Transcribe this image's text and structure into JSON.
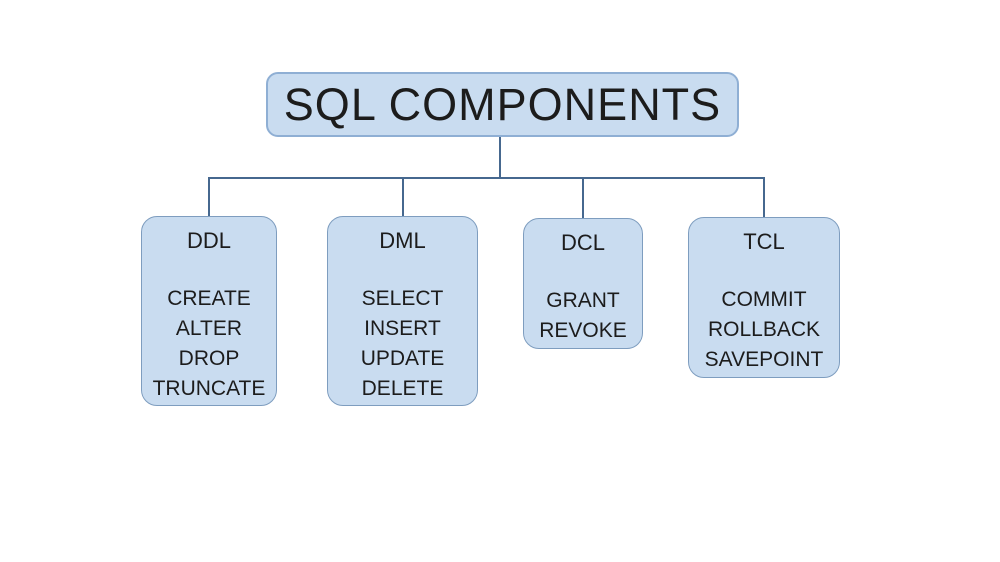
{
  "diagram": {
    "title": "SQL COMPONENTS",
    "nodes": [
      {
        "id": "ddl",
        "label": "DDL",
        "items": [
          "CREATE",
          "ALTER",
          "DROP",
          "TRUNCATE"
        ]
      },
      {
        "id": "dml",
        "label": "DML",
        "items": [
          "SELECT",
          "INSERT",
          "UPDATE",
          "DELETE"
        ]
      },
      {
        "id": "dcl",
        "label": "DCL",
        "items": [
          "GRANT",
          "REVOKE"
        ]
      },
      {
        "id": "tcl",
        "label": "TCL",
        "items": [
          "COMMIT",
          "ROLLBACK",
          "SAVEPOINT"
        ]
      }
    ],
    "colors": {
      "box_fill": "#c9dcf0",
      "box_border": "#7e9dbf",
      "title_border": "#8fafd4",
      "connector": "#46688f",
      "text": "#1c1c1c"
    }
  }
}
